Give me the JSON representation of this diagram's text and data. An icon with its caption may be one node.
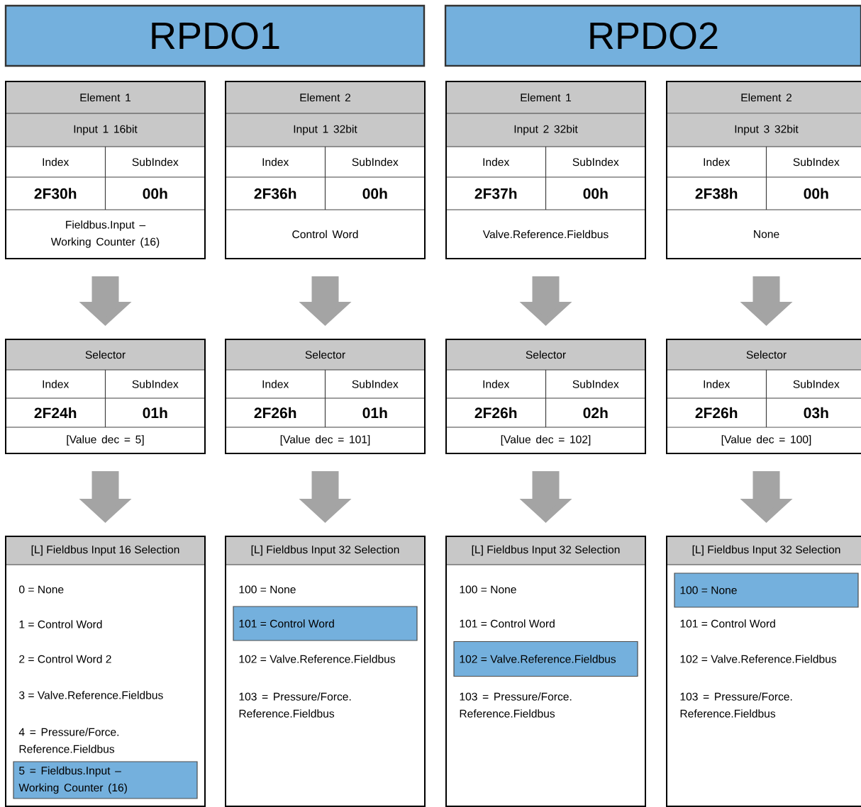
{
  "diagram": {
    "nodes": [
      {
        "text": [
          "RPDO1"
        ]
      },
      {
        "text": [
          "RPDO2"
        ]
      },
      {
        "text": [
          "Element 1",
          "Input 1 16bit",
          "Index",
          "SubIndex",
          "2F30h",
          "00h",
          "Fieldbus.Input – Working Counter (16)"
        ]
      },
      {
        "text": [
          "Element 2",
          "Input 1 32bit",
          "Index",
          "SubIndex",
          "2F36h",
          "00h",
          "Control Word"
        ]
      },
      {
        "text": [
          "Element 1",
          "Input 2 32bit",
          "Index",
          "SubIndex",
          "2F37h",
          "00h",
          "Valve.Reference.Fieldbus"
        ]
      },
      {
        "text": [
          "Element 2",
          "Input 3 32bit",
          "Index",
          "SubIndex",
          "2F38h",
          "00h",
          "None"
        ]
      },
      {
        "text": [
          "Selector",
          "Index",
          "SubIndex",
          "2F24h",
          "01h",
          "[Value dec = 5]"
        ]
      },
      {
        "text": [
          "Selector",
          "Index",
          "SubIndex",
          "2F26h",
          "01h",
          "[Value dec = 101]"
        ]
      },
      {
        "text": [
          "Selector",
          "Index",
          "SubIndex",
          "2F26h",
          "02h",
          "[Value dec = 102]"
        ]
      },
      {
        "text": [
          "Selector",
          "Index",
          "SubIndex",
          "2F26h",
          "03h",
          "[Value dec = 100]"
        ]
      },
      {
        "text": [
          "[L] Fieldbus Input 16 Selection",
          "0 = None",
          "1 = Control Word",
          "2 = Control Word 2",
          "3 = Valve.Reference.Fieldbus",
          "4 = Pressure/Force. Reference.Fieldbus"
        ]
      },
      {
        "text": [
          "[L] Fieldbus Input 32 Selection",
          "100 = None",
          "102 = Valve.Reference.Fieldbus",
          "103 = Pressure/Force. Reference.Fieldbus"
        ]
      },
      {
        "text": [
          "[L] Fieldbus Input 32 Selection",
          "100 = None",
          "101 = Control Word",
          "103 = Pressure/Force. Reference.Fieldbus"
        ]
      },
      {
        "text": [
          "[L] Fieldbus Input 32 Selection",
          "101 = Control Word",
          "102 = Valve.Reference.Fieldbus",
          "103 = Pressure/Force. Reference.Fieldbus"
        ]
      },
      {
        "text": [
          "5 = Fieldbus.Input – Working Counter (16)"
        ],
        "in": 10
      },
      {
        "text": [
          "101 = Control Word"
        ],
        "in": 11
      },
      {
        "text": [
          "102 = Valve.Reference.Fieldbus"
        ],
        "in": 12
      },
      {
        "text": [
          "100 = None"
        ],
        "in": 13
      }
    ],
    "edges": [
      {
        "from": 2,
        "to": 6,
        "arrow": "to"
      },
      {
        "from": 6,
        "to": 10,
        "arrow": "to"
      },
      {
        "from": 3,
        "to": 7,
        "arrow": "to"
      },
      {
        "from": 7,
        "to": 11,
        "arrow": "to"
      },
      {
        "from": 4,
        "to": 8,
        "arrow": "to"
      },
      {
        "from": 8,
        "to": 12,
        "arrow": "to"
      },
      {
        "from": 5,
        "to": 9,
        "arrow": "to"
      },
      {
        "from": 9,
        "to": 13,
        "arrow": "to"
      }
    ]
  }
}
